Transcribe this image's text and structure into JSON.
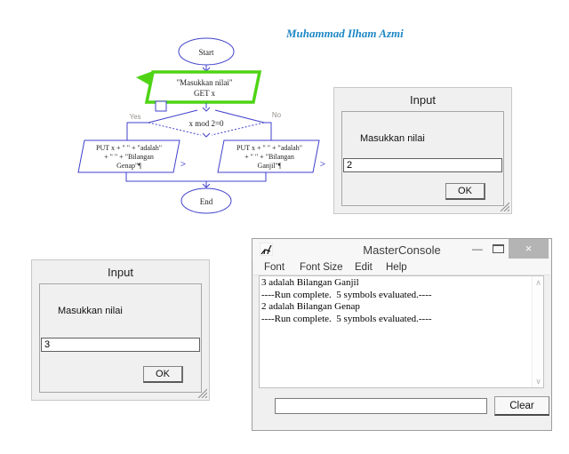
{
  "author": "Muhammad Ilham Azmi",
  "flowchart": {
    "start_label": "Start",
    "end_label": "End",
    "input_node_line1": "\"Masukkan nilai\"",
    "input_node_line2": "GET x",
    "decision_label": "x mod 2=0",
    "yes_label": "Yes",
    "no_label": "No",
    "left_output": [
      "PUT x + \" \" + \"adalah\"",
      "+ \" \" + \"Bilangan",
      "Genap\"¶"
    ],
    "right_output": [
      "PUT x + \" \" + \"adalah\"",
      "+ \" \" + \"Bilangan",
      "Ganjil\"¶"
    ],
    "output_marker": ">"
  },
  "dialogs": {
    "top": {
      "title": "Input",
      "label": "Masukkan nilai",
      "value": "2",
      "ok_label": "OK"
    },
    "bottom": {
      "title": "Input",
      "label": "Masukkan nilai",
      "value": "3",
      "ok_label": "OK"
    }
  },
  "console": {
    "title": "MasterConsole",
    "menu": [
      "Font",
      "Font Size",
      "Edit",
      "Help"
    ],
    "lines": [
      "3 adalah Bilangan Ganjil",
      "----Run complete.  5 symbols evaluated.----",
      "2 adalah Bilangan Genap",
      "----Run complete.  5 symbols evaluated.----"
    ],
    "input_value": "",
    "clear_label": "Clear",
    "window_controls": {
      "minimize": "—",
      "close": "×"
    },
    "scroll": {
      "up": "∧",
      "down": "∨"
    }
  },
  "colors": {
    "flowchart_outline": "#4040cc",
    "selection_highlight": "#4ed414",
    "author_blue": "#1d87c5",
    "close_button_gray": "#b4b4b4"
  }
}
